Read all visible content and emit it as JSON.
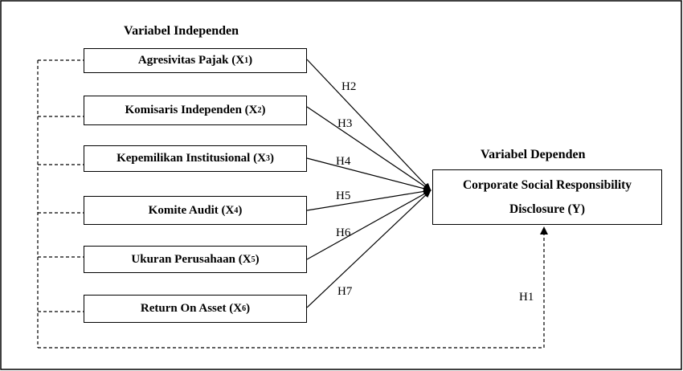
{
  "group_labels": {
    "independent": "Variabel Independen",
    "dependent": "Variabel Dependen"
  },
  "independent_variables": [
    {
      "name": "Agresivitas Pajak (X",
      "sub": "1",
      "close": ")"
    },
    {
      "name": "Komisaris Independen (X",
      "sub": "2",
      "close": ")"
    },
    {
      "name": "Kepemilikan Institusional (X",
      "sub": "3",
      "close": ")"
    },
    {
      "name": "Komite Audit (X",
      "sub": "4",
      "close": ")"
    },
    {
      "name": "Ukuran Perusahaan (X",
      "sub": "5",
      "close": ")"
    },
    {
      "name": "Return On Asset (X",
      "sub": "6",
      "close": ")"
    }
  ],
  "dependent_variable": {
    "line1": "Corporate Social Responsibility",
    "line2": "Disclosure (Y)"
  },
  "hypotheses": [
    "H2",
    "H3",
    "H4",
    "H5",
    "H6",
    "H7",
    "H1"
  ]
}
